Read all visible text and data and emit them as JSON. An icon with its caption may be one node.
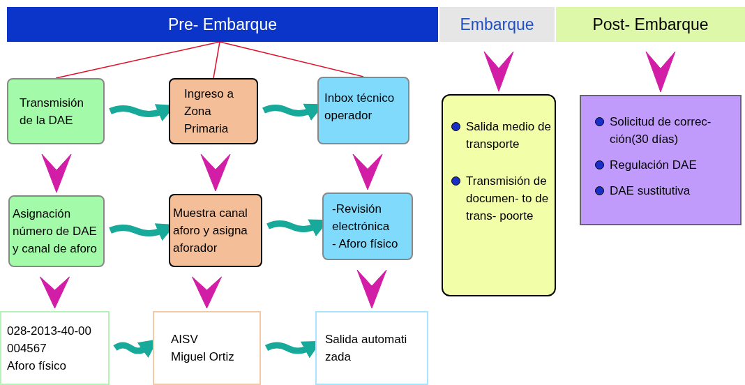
{
  "diagram": {
    "nodes": [
      {
        "text": [
          "Pre- Embarque"
        ]
      },
      {
        "text": [
          "Embarque"
        ]
      },
      {
        "text": [
          "Post- Embarque"
        ]
      },
      {
        "text": [
          "Transmisión de la DAE"
        ]
      },
      {
        "text": [
          "Ingreso a Zona Primaria"
        ]
      },
      {
        "text": [
          "Inbox técnico operador"
        ]
      },
      {
        "text": [
          "Asignación número de DAE y canal de aforo"
        ]
      },
      {
        "text": [
          "Muestra canal aforo y asigna aforador"
        ]
      },
      {
        "text": [
          "-Revisión electrónica",
          "- Aforo físico"
        ]
      },
      {
        "text": [
          "028-2013-40-00 004567",
          "Aforo físico"
        ]
      },
      {
        "text": [
          "AISV",
          "Miguel Ortiz"
        ]
      },
      {
        "text": [
          "Salida automati zada"
        ]
      },
      {
        "text": [
          "Salida medio de transporte",
          "Transmisión de documen- to de trans- poorte"
        ]
      },
      {
        "text": [
          "Solicitud de correc- ción(30 días)",
          "Regulación DAE",
          "DAE sustitutiva"
        ]
      }
    ],
    "edges": [
      {
        "from": 0,
        "to": 3,
        "arrow": "none",
        "color": "#e0102a"
      },
      {
        "from": 0,
        "to": 4,
        "arrow": "none",
        "color": "#e0102a"
      },
      {
        "from": 0,
        "to": 5,
        "arrow": "none",
        "color": "#e0102a"
      },
      {
        "from": 3,
        "to": 4,
        "arrow": "to",
        "color": "#17aa9a"
      },
      {
        "from": 4,
        "to": 5,
        "arrow": "to",
        "color": "#17aa9a"
      },
      {
        "from": 3,
        "to": 6,
        "arrow": "to"
      },
      {
        "from": 4,
        "to": 7,
        "arrow": "to"
      },
      {
        "from": 5,
        "to": 8,
        "arrow": "to"
      },
      {
        "from": 6,
        "to": 7,
        "arrow": "to",
        "color": "#17aa9a"
      },
      {
        "from": 7,
        "to": 8,
        "arrow": "to",
        "color": "#17aa9a"
      },
      {
        "from": 6,
        "to": 9,
        "arrow": "to"
      },
      {
        "from": 7,
        "to": 10,
        "arrow": "to"
      },
      {
        "from": 8,
        "to": 11,
        "arrow": "to"
      },
      {
        "from": 9,
        "to": 10,
        "arrow": "to",
        "color": "#17aa9a"
      },
      {
        "from": 10,
        "to": 11,
        "arrow": "to",
        "color": "#17aa9a"
      },
      {
        "from": 1,
        "to": 12,
        "arrow": "to"
      },
      {
        "from": 2,
        "to": 13,
        "arrow": "to"
      }
    ]
  }
}
